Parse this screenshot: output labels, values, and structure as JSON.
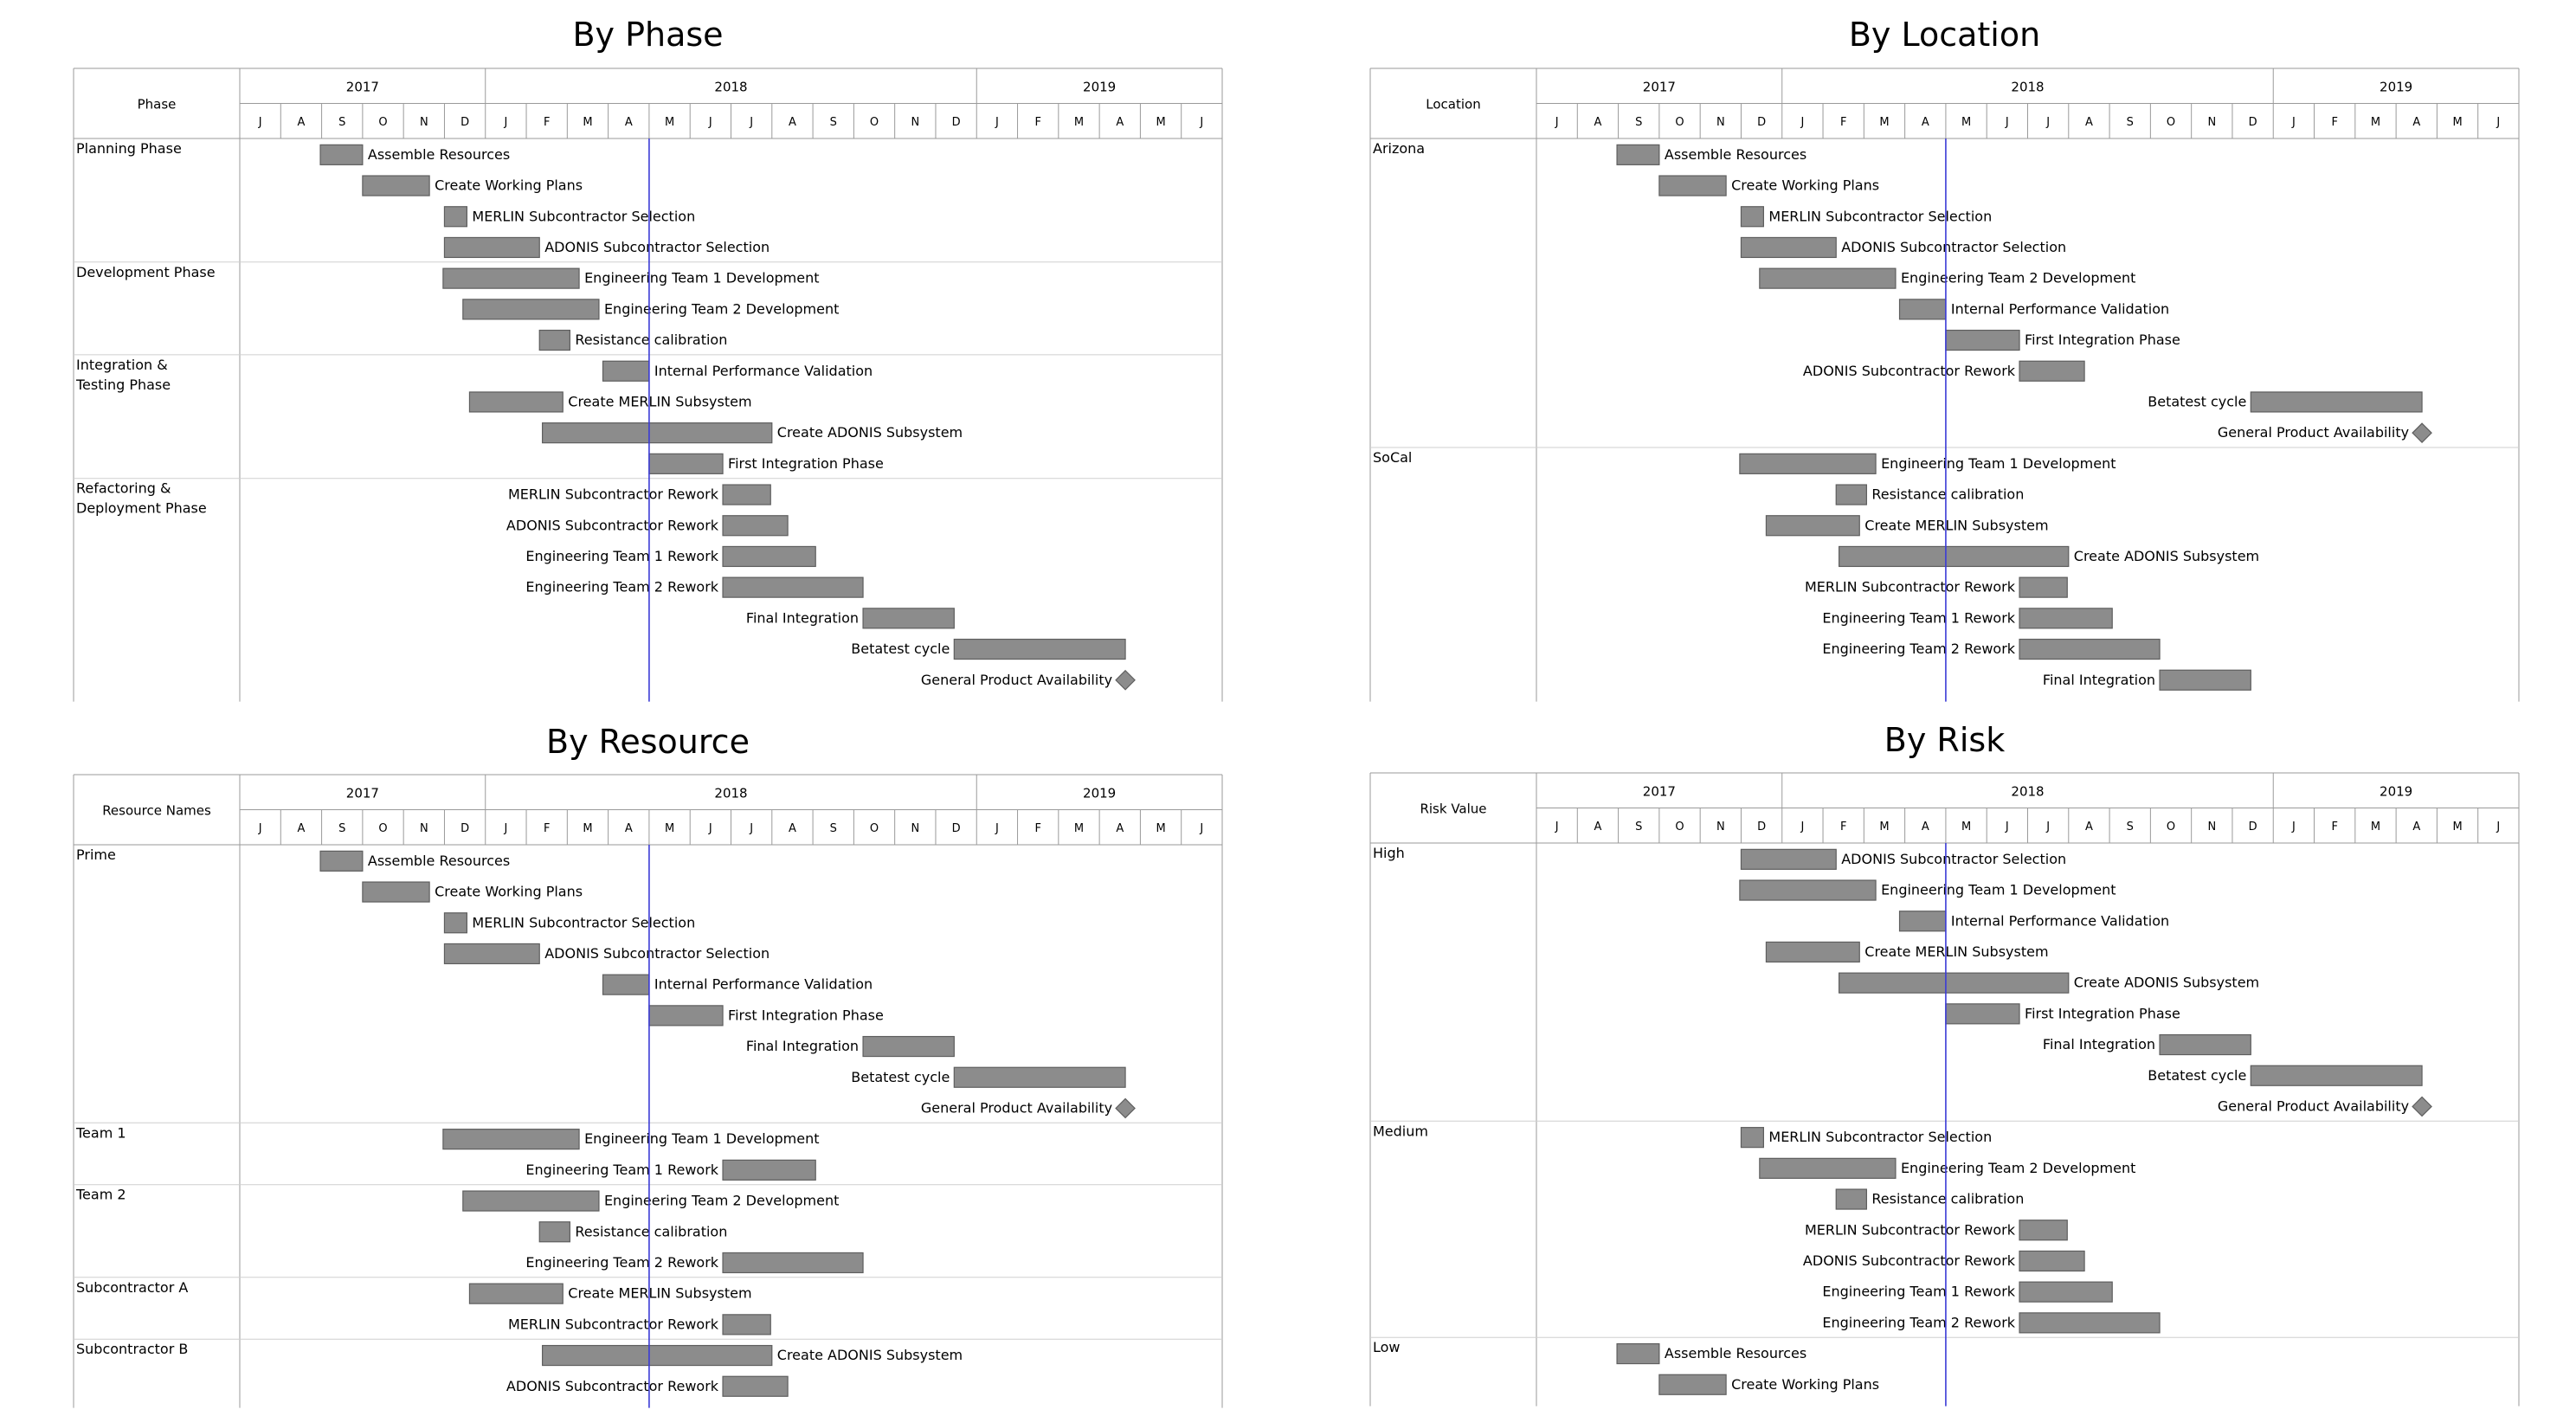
{
  "chart_data": [
    {
      "type": "gantt",
      "title": "By Phase",
      "group_header": "Phase",
      "years": [
        "2017",
        "2018",
        "2019"
      ],
      "months": [
        "J",
        "A",
        "S",
        "O",
        "N",
        "D",
        "J",
        "F",
        "M",
        "A",
        "M",
        "J",
        "J",
        "A",
        "S",
        "O",
        "N",
        "D",
        "J",
        "F",
        "M",
        "A",
        "M",
        "J"
      ],
      "today": "2018-05-01",
      "groups": [
        {
          "name": "Planning Phase",
          "tasks": [
            {
              "name": "Assemble Resources",
              "start": "2017-08-31",
              "end": "2017-10-01",
              "label": "right"
            },
            {
              "name": "Create Working Plans",
              "start": "2017-10-01",
              "end": "2017-11-20",
              "label": "right"
            },
            {
              "name": "MERLIN Subcontractor Selection",
              "start": "2017-12-01",
              "end": "2017-12-18",
              "label": "right"
            },
            {
              "name": "ADONIS Subcontractor Selection",
              "start": "2017-12-01",
              "end": "2018-02-10",
              "label": "right"
            }
          ]
        },
        {
          "name": "Development Phase",
          "tasks": [
            {
              "name": "Engineering Team 1 Development",
              "start": "2017-11-30",
              "end": "2018-03-10",
              "label": "right"
            },
            {
              "name": "Engineering Team 2 Development",
              "start": "2017-12-15",
              "end": "2018-03-25",
              "label": "right"
            },
            {
              "name": "Resistance calibration",
              "start": "2018-02-10",
              "end": "2018-03-03",
              "label": "right"
            }
          ]
        },
        {
          "name": "Integration & Testing Phase",
          "tasks": [
            {
              "name": "Internal Performance Validation",
              "start": "2018-03-28",
              "end": "2018-05-01",
              "label": "right"
            },
            {
              "name": "Create MERLIN Subsystem",
              "start": "2017-12-20",
              "end": "2018-02-26",
              "label": "right"
            },
            {
              "name": "Create ADONIS Subsystem",
              "start": "2018-02-12",
              "end": "2018-08-01",
              "label": "right"
            },
            {
              "name": "First Integration Phase",
              "start": "2018-05-01",
              "end": "2018-06-25",
              "label": "right"
            }
          ]
        },
        {
          "name": "Refactoring & Deployment Phase",
          "tasks": [
            {
              "name": "MERLIN Subcontractor Rework",
              "start": "2018-06-25",
              "end": "2018-07-31",
              "label": "left"
            },
            {
              "name": "ADONIS Subcontractor Rework",
              "start": "2018-06-25",
              "end": "2018-08-13",
              "label": "left"
            },
            {
              "name": "Engineering Team 1 Rework",
              "start": "2018-06-25",
              "end": "2018-09-03",
              "label": "left"
            },
            {
              "name": "Engineering Team 2 Rework",
              "start": "2018-06-25",
              "end": "2018-10-08",
              "label": "left"
            },
            {
              "name": "Final Integration",
              "start": "2018-10-08",
              "end": "2018-12-15",
              "label": "left"
            },
            {
              "name": "Betatest cycle",
              "start": "2018-12-15",
              "end": "2019-04-20",
              "label": "left"
            },
            {
              "name": "General Product Availability",
              "start": "2019-04-20",
              "milestone": true,
              "label": "left"
            }
          ]
        }
      ]
    },
    {
      "type": "gantt",
      "title": "By Location",
      "group_header": "Location",
      "years": [
        "2017",
        "2018",
        "2019"
      ],
      "months": [
        "J",
        "A",
        "S",
        "O",
        "N",
        "D",
        "J",
        "F",
        "M",
        "A",
        "M",
        "J",
        "J",
        "A",
        "S",
        "O",
        "N",
        "D",
        "J",
        "F",
        "M",
        "A",
        "M",
        "J"
      ],
      "today": "2018-05-01",
      "groups": [
        {
          "name": "Arizona",
          "tasks": [
            {
              "name": "Assemble Resources",
              "start": "2017-08-31",
              "end": "2017-10-01",
              "label": "right"
            },
            {
              "name": "Create Working Plans",
              "start": "2017-10-01",
              "end": "2017-11-20",
              "label": "right"
            },
            {
              "name": "MERLIN Subcontractor Selection",
              "start": "2017-12-01",
              "end": "2017-12-18",
              "label": "right"
            },
            {
              "name": "ADONIS Subcontractor Selection",
              "start": "2017-12-01",
              "end": "2018-02-10",
              "label": "right"
            },
            {
              "name": "Engineering Team 2 Development",
              "start": "2017-12-15",
              "end": "2018-03-25",
              "label": "right"
            },
            {
              "name": "Internal Performance Validation",
              "start": "2018-03-28",
              "end": "2018-05-01",
              "label": "right"
            },
            {
              "name": "First Integration Phase",
              "start": "2018-05-01",
              "end": "2018-06-25",
              "label": "right"
            },
            {
              "name": "ADONIS Subcontractor Rework",
              "start": "2018-06-25",
              "end": "2018-08-13",
              "label": "left"
            },
            {
              "name": "Betatest cycle",
              "start": "2018-12-15",
              "end": "2019-04-20",
              "label": "left"
            },
            {
              "name": "General Product Availability",
              "start": "2019-04-20",
              "milestone": true,
              "label": "left"
            }
          ]
        },
        {
          "name": "SoCal",
          "tasks": [
            {
              "name": "Engineering Team 1 Development",
              "start": "2017-11-30",
              "end": "2018-03-10",
              "label": "right"
            },
            {
              "name": "Resistance calibration",
              "start": "2018-02-10",
              "end": "2018-03-03",
              "label": "right"
            },
            {
              "name": "Create MERLIN Subsystem",
              "start": "2017-12-20",
              "end": "2018-02-26",
              "label": "right"
            },
            {
              "name": "Create ADONIS Subsystem",
              "start": "2018-02-12",
              "end": "2018-08-01",
              "label": "right"
            },
            {
              "name": "MERLIN Subcontractor Rework",
              "start": "2018-06-25",
              "end": "2018-07-31",
              "label": "left"
            },
            {
              "name": "Engineering Team 1 Rework",
              "start": "2018-06-25",
              "end": "2018-09-03",
              "label": "left"
            },
            {
              "name": "Engineering Team 2 Rework",
              "start": "2018-06-25",
              "end": "2018-10-08",
              "label": "left"
            },
            {
              "name": "Final Integration",
              "start": "2018-10-08",
              "end": "2018-12-15",
              "label": "left"
            }
          ]
        }
      ]
    },
    {
      "type": "gantt",
      "title": "By Resource",
      "group_header": "Resource Names",
      "years": [
        "2017",
        "2018",
        "2019"
      ],
      "months": [
        "J",
        "A",
        "S",
        "O",
        "N",
        "D",
        "J",
        "F",
        "M",
        "A",
        "M",
        "J",
        "J",
        "A",
        "S",
        "O",
        "N",
        "D",
        "J",
        "F",
        "M",
        "A",
        "M",
        "J"
      ],
      "today": "2018-05-01",
      "groups": [
        {
          "name": "Prime",
          "tasks": [
            {
              "name": "Assemble Resources",
              "start": "2017-08-31",
              "end": "2017-10-01",
              "label": "right"
            },
            {
              "name": "Create Working Plans",
              "start": "2017-10-01",
              "end": "2017-11-20",
              "label": "right"
            },
            {
              "name": "MERLIN Subcontractor Selection",
              "start": "2017-12-01",
              "end": "2017-12-18",
              "label": "right"
            },
            {
              "name": "ADONIS Subcontractor Selection",
              "start": "2017-12-01",
              "end": "2018-02-10",
              "label": "right"
            },
            {
              "name": "Internal Performance Validation",
              "start": "2018-03-28",
              "end": "2018-05-01",
              "label": "right"
            },
            {
              "name": "First Integration Phase",
              "start": "2018-05-01",
              "end": "2018-06-25",
              "label": "right"
            },
            {
              "name": "Final Integration",
              "start": "2018-10-08",
              "end": "2018-12-15",
              "label": "left"
            },
            {
              "name": "Betatest cycle",
              "start": "2018-12-15",
              "end": "2019-04-20",
              "label": "left"
            },
            {
              "name": "General Product Availability",
              "start": "2019-04-20",
              "milestone": true,
              "label": "left"
            }
          ]
        },
        {
          "name": "Team 1",
          "tasks": [
            {
              "name": "Engineering Team 1 Development",
              "start": "2017-11-30",
              "end": "2018-03-10",
              "label": "right"
            },
            {
              "name": "Engineering Team 1 Rework",
              "start": "2018-06-25",
              "end": "2018-09-03",
              "label": "left"
            }
          ]
        },
        {
          "name": "Team 2",
          "tasks": [
            {
              "name": "Engineering Team 2 Development",
              "start": "2017-12-15",
              "end": "2018-03-25",
              "label": "right"
            },
            {
              "name": "Resistance calibration",
              "start": "2018-02-10",
              "end": "2018-03-03",
              "label": "right"
            },
            {
              "name": "Engineering Team 2 Rework",
              "start": "2018-06-25",
              "end": "2018-10-08",
              "label": "left"
            }
          ]
        },
        {
          "name": "Subcontractor A",
          "tasks": [
            {
              "name": "Create MERLIN Subsystem",
              "start": "2017-12-20",
              "end": "2018-02-26",
              "label": "right"
            },
            {
              "name": "MERLIN Subcontractor Rework",
              "start": "2018-06-25",
              "end": "2018-07-31",
              "label": "left"
            }
          ]
        },
        {
          "name": "Subcontractor B",
          "tasks": [
            {
              "name": "Create ADONIS Subsystem",
              "start": "2018-02-12",
              "end": "2018-08-01",
              "label": "right"
            },
            {
              "name": "ADONIS Subcontractor Rework",
              "start": "2018-06-25",
              "end": "2018-08-13",
              "label": "left"
            }
          ]
        }
      ]
    },
    {
      "type": "gantt",
      "title": "By Risk",
      "group_header": "Risk Value",
      "years": [
        "2017",
        "2018",
        "2019"
      ],
      "months": [
        "J",
        "A",
        "S",
        "O",
        "N",
        "D",
        "J",
        "F",
        "M",
        "A",
        "M",
        "J",
        "J",
        "A",
        "S",
        "O",
        "N",
        "D",
        "J",
        "F",
        "M",
        "A",
        "M",
        "J"
      ],
      "today": "2018-05-01",
      "groups": [
        {
          "name": "High",
          "tasks": [
            {
              "name": "ADONIS Subcontractor Selection",
              "start": "2017-12-01",
              "end": "2018-02-10",
              "label": "right"
            },
            {
              "name": "Engineering Team 1 Development",
              "start": "2017-11-30",
              "end": "2018-03-10",
              "label": "right"
            },
            {
              "name": "Internal Performance Validation",
              "start": "2018-03-28",
              "end": "2018-05-01",
              "label": "right"
            },
            {
              "name": "Create MERLIN Subsystem",
              "start": "2017-12-20",
              "end": "2018-02-26",
              "label": "right"
            },
            {
              "name": "Create ADONIS Subsystem",
              "start": "2018-02-12",
              "end": "2018-08-01",
              "label": "right"
            },
            {
              "name": "First Integration Phase",
              "start": "2018-05-01",
              "end": "2018-06-25",
              "label": "right"
            },
            {
              "name": "Final Integration",
              "start": "2018-10-08",
              "end": "2018-12-15",
              "label": "left"
            },
            {
              "name": "Betatest cycle",
              "start": "2018-12-15",
              "end": "2019-04-20",
              "label": "left"
            },
            {
              "name": "General Product Availability",
              "start": "2019-04-20",
              "milestone": true,
              "label": "left"
            }
          ]
        },
        {
          "name": "Medium",
          "tasks": [
            {
              "name": "MERLIN Subcontractor Selection",
              "start": "2017-12-01",
              "end": "2017-12-18",
              "label": "right"
            },
            {
              "name": "Engineering Team 2 Development",
              "start": "2017-12-15",
              "end": "2018-03-25",
              "label": "right"
            },
            {
              "name": "Resistance calibration",
              "start": "2018-02-10",
              "end": "2018-03-03",
              "label": "right"
            },
            {
              "name": "MERLIN Subcontractor Rework",
              "start": "2018-06-25",
              "end": "2018-07-31",
              "label": "left"
            },
            {
              "name": "ADONIS Subcontractor Rework",
              "start": "2018-06-25",
              "end": "2018-08-13",
              "label": "left"
            },
            {
              "name": "Engineering Team 1 Rework",
              "start": "2018-06-25",
              "end": "2018-09-03",
              "label": "left"
            },
            {
              "name": "Engineering Team 2 Rework",
              "start": "2018-06-25",
              "end": "2018-10-08",
              "label": "left"
            }
          ]
        },
        {
          "name": "Low",
          "tasks": [
            {
              "name": "Assemble Resources",
              "start": "2017-08-31",
              "end": "2017-10-01",
              "label": "right"
            },
            {
              "name": "Create Working Plans",
              "start": "2017-10-01",
              "end": "2017-11-20",
              "label": "right"
            }
          ]
        }
      ]
    }
  ]
}
